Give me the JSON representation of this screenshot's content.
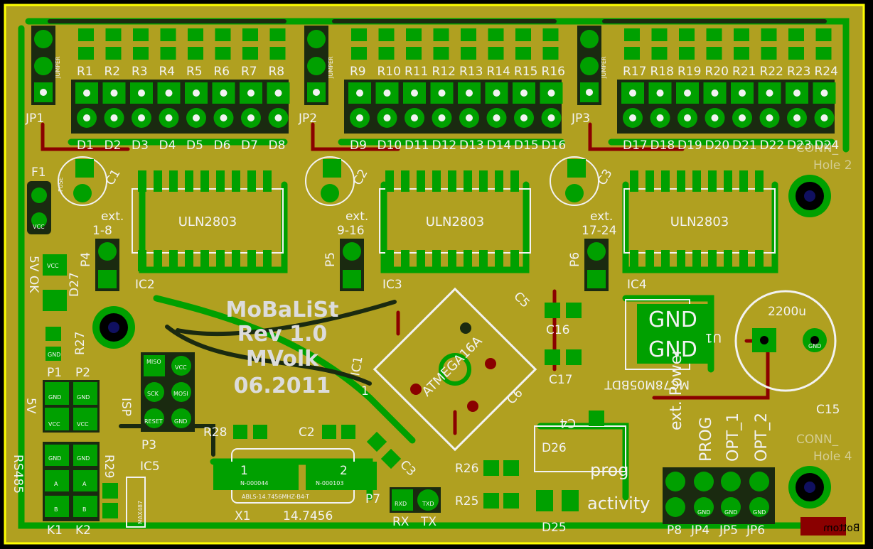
{
  "board": {
    "title": "MoBaLiSt",
    "revision": "Rev 1.0",
    "author": "MVolk",
    "date": "06.2011",
    "colors": {
      "substrate": "#b0a020",
      "copper": "#00a000",
      "trace_dark": "#1a2a10",
      "trace_red": "#8a0000",
      "outline": "#ffff00",
      "silk": "#f2f2f2"
    }
  },
  "jumpers": [
    {
      "ref": "JP1",
      "text": "JUMPER",
      "pins": [
        "1",
        "2",
        "3"
      ]
    },
    {
      "ref": "JP2",
      "text": "JUMPER",
      "pins": [
        "1",
        "2",
        "3"
      ]
    },
    {
      "ref": "JP3",
      "text": "JUMPER",
      "pins": [
        "1",
        "2",
        "3"
      ]
    }
  ],
  "resistors": [
    "R1",
    "R2",
    "R3",
    "R4",
    "R5",
    "R6",
    "R7",
    "R8",
    "R9",
    "R10",
    "R11",
    "R12",
    "R13",
    "R14",
    "R15",
    "R16",
    "R17",
    "R18",
    "R19",
    "R20",
    "R21",
    "R22",
    "R23",
    "R24"
  ],
  "leds": [
    "D1",
    "D2",
    "D3",
    "D4",
    "D5",
    "D6",
    "D7",
    "D8",
    "D9",
    "D10",
    "D11",
    "D12",
    "D13",
    "D14",
    "D15",
    "D16",
    "D17",
    "D18",
    "D19",
    "D20",
    "D21",
    "D22",
    "D23",
    "D24"
  ],
  "drivers": [
    {
      "ref": "IC2",
      "part": "ULN2803",
      "cap": "C1",
      "ext": "ext.",
      "range": "1-8",
      "header": "P4"
    },
    {
      "ref": "IC3",
      "part": "ULN2803",
      "cap": "C2",
      "ext": "ext.",
      "range": "9-16",
      "header": "P5"
    },
    {
      "ref": "IC4",
      "part": "ULN2803",
      "cap": "C3",
      "ext": "ext.",
      "range": "17-24",
      "header": "P6"
    }
  ],
  "mcu": {
    "ref": "IC1",
    "part": "ATMEGA16A",
    "pin1": "1"
  },
  "labels": {
    "f1": "F1",
    "fuse": "FUSE",
    "vcc": "VCC",
    "gnd": "GND",
    "fivev_ok": "5V OK",
    "d27": "D27",
    "r27": "R27",
    "p1": "P1",
    "p2": "P2",
    "fivev": "5V",
    "p3": "P3",
    "isp": "ISP",
    "miso": "MISO",
    "sck": "SCK",
    "reset": "RESET",
    "mosi": "MOSI",
    "r28": "R28",
    "c2": "C2",
    "c3": "C3",
    "rs485": "RS485",
    "a": "A",
    "b": "B",
    "k1": "K1",
    "k2": "K2",
    "ic5": "IC5",
    "max487": "MAX487",
    "r29": "R29",
    "x1": "X1",
    "crystal": "14.7456",
    "crystal_part": "ABLS-14.7456MHZ-B4-T",
    "x1_pad1": "N-000044",
    "x1_pad2": "N-000103",
    "p7": "P7",
    "rxd": "RXD",
    "txd": "TXD",
    "rx": "RX",
    "tx": "TX",
    "r26": "R26",
    "r25": "R25",
    "d26": "D26",
    "d25": "D25",
    "prog": "prog",
    "activity": "activity",
    "c16": "C16",
    "c17": "C17",
    "c5": "C5",
    "c6": "C6",
    "gnd_big_1": "GND",
    "gnd_big_2": "GND",
    "u1": "U1",
    "mc78m05bdt": "MC78M05BDT",
    "c15": "C15",
    "c15_value": "2200u",
    "c4": "C4",
    "ext_power": "ext. Power",
    "p8": "P8",
    "jp4": "JP4",
    "jp5": "JP5",
    "jp6": "JP6",
    "jp4_text": "PROG",
    "jp5_text": "OPT_1",
    "jp6_text": "OPT_2",
    "conn_hole_1": "CONN_",
    "hole_1": "Hole 2",
    "conn_hole_2": "CONN_",
    "hole_2": "Hole 4",
    "bottom": "Bottom"
  }
}
